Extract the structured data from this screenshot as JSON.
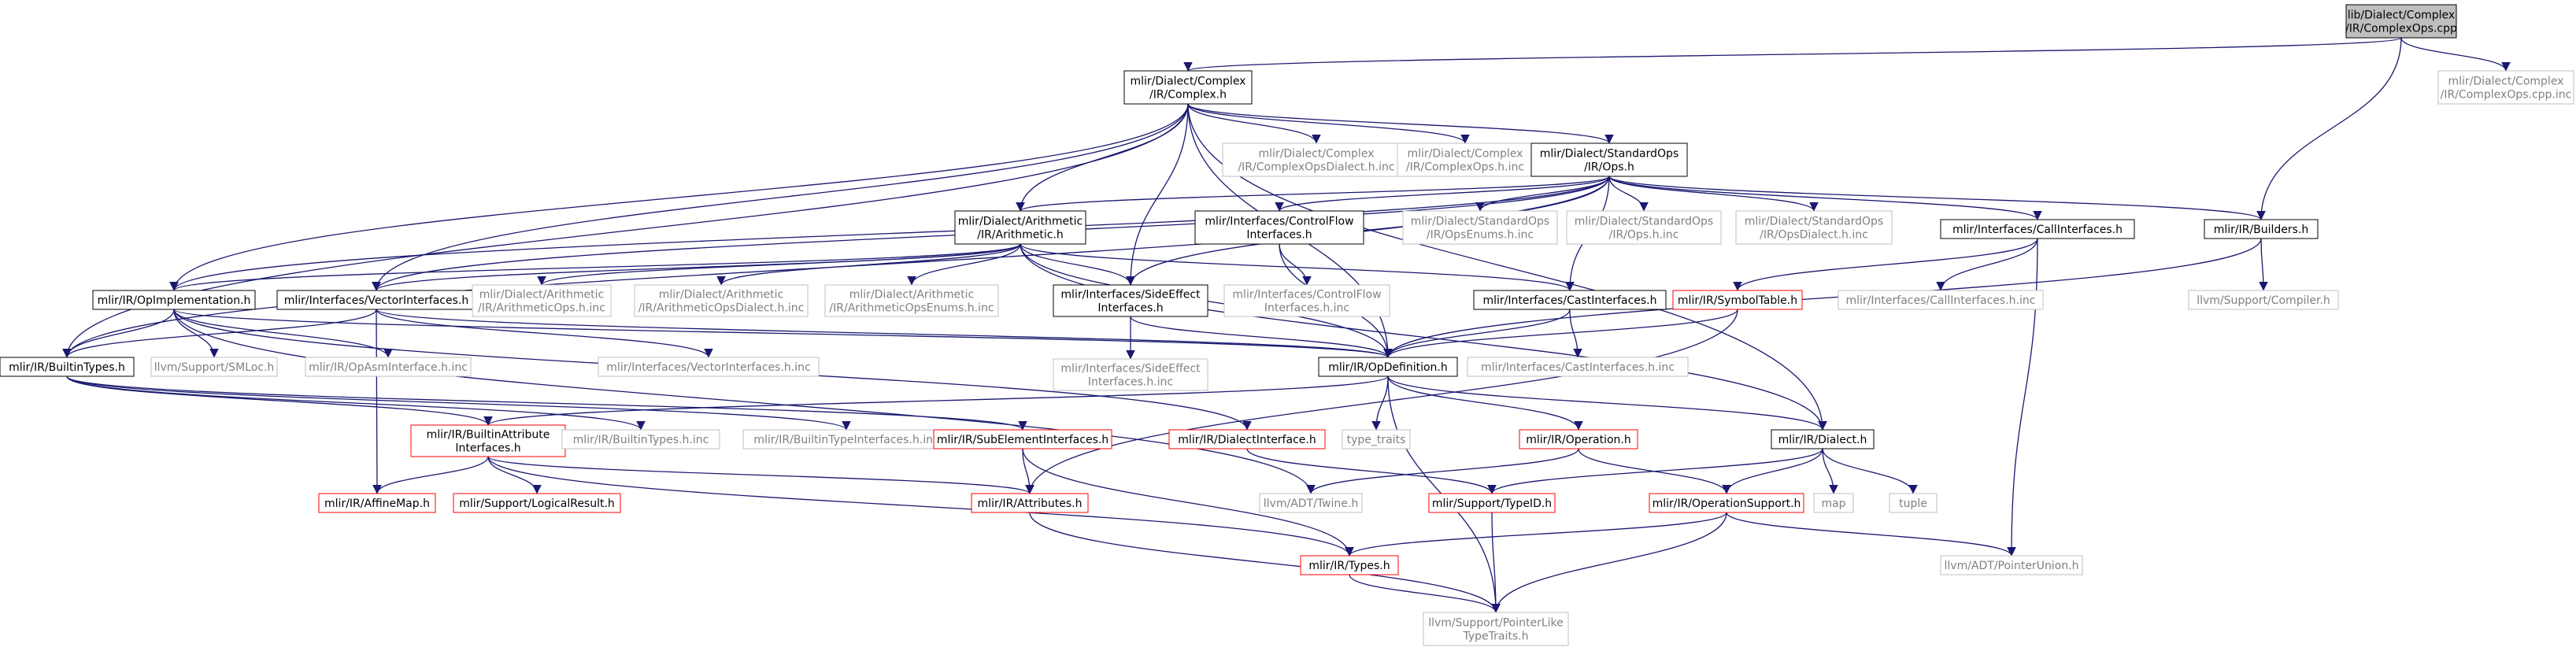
{
  "graph": {
    "nodes": [
      {
        "id": "root",
        "lines": [
          "lib/Dialect/Complex",
          "/IR/ComplexOps.cpp"
        ],
        "style": "root"
      },
      {
        "id": "complexOpsCppInc",
        "lines": [
          "mlir/Dialect/Complex",
          "/IR/ComplexOps.cpp.inc"
        ],
        "style": "gray"
      },
      {
        "id": "complexH",
        "lines": [
          "mlir/Dialect/Complex",
          "/IR/Complex.h"
        ],
        "style": "black"
      },
      {
        "id": "complexDialectInc",
        "lines": [
          "mlir/Dialect/Complex",
          "/IR/ComplexOpsDialect.h.inc"
        ],
        "style": "gray"
      },
      {
        "id": "complexOpsInc",
        "lines": [
          "mlir/Dialect/Complex",
          "/IR/ComplexOps.h.inc"
        ],
        "style": "gray"
      },
      {
        "id": "stdOpsH",
        "lines": [
          "mlir/Dialect/StandardOps",
          "/IR/Ops.h"
        ],
        "style": "black"
      },
      {
        "id": "arithH",
        "lines": [
          "mlir/Dialect/Arithmetic",
          "/IR/Arithmetic.h"
        ],
        "style": "black"
      },
      {
        "id": "controlFlowH",
        "lines": [
          "mlir/Interfaces/ControlFlow",
          "Interfaces.h"
        ],
        "style": "black"
      },
      {
        "id": "stdOpsEnumsInc",
        "lines": [
          "mlir/Dialect/StandardOps",
          "/IR/OpsEnums.h.inc"
        ],
        "style": "gray"
      },
      {
        "id": "stdOpsHInc",
        "lines": [
          "mlir/Dialect/StandardOps",
          "/IR/Ops.h.inc"
        ],
        "style": "gray"
      },
      {
        "id": "stdOpsDialectInc",
        "lines": [
          "mlir/Dialect/StandardOps",
          "/IR/OpsDialect.h.inc"
        ],
        "style": "gray"
      },
      {
        "id": "callIfH",
        "lines": [
          "mlir/Interfaces/CallInterfaces.h"
        ],
        "style": "black"
      },
      {
        "id": "builtersH",
        "lines": [
          "mlir/IR/Builders.h"
        ],
        "style": "black"
      },
      {
        "id": "opImplH",
        "lines": [
          "mlir/IR/OpImplementation.h"
        ],
        "style": "black"
      },
      {
        "id": "vectorIfH",
        "lines": [
          "mlir/Interfaces/VectorInterfaces.h"
        ],
        "style": "black"
      },
      {
        "id": "arithOpsInc",
        "lines": [
          "mlir/Dialect/Arithmetic",
          "/IR/ArithmeticOps.h.inc"
        ],
        "style": "gray"
      },
      {
        "id": "arithDialectInc",
        "lines": [
          "mlir/Dialect/Arithmetic",
          "/IR/ArithmeticOpsDialect.h.inc"
        ],
        "style": "gray"
      },
      {
        "id": "arithEnumsInc",
        "lines": [
          "mlir/Dialect/Arithmetic",
          "/IR/ArithmeticOpsEnums.h.inc"
        ],
        "style": "gray"
      },
      {
        "id": "sideEffectH",
        "lines": [
          "mlir/Interfaces/SideEffect",
          "Interfaces.h"
        ],
        "style": "black"
      },
      {
        "id": "controlFlowInc",
        "lines": [
          "mlir/Interfaces/ControlFlow",
          "Interfaces.h.inc"
        ],
        "style": "gray"
      },
      {
        "id": "castIfH",
        "lines": [
          "mlir/Interfaces/CastInterfaces.h"
        ],
        "style": "black"
      },
      {
        "id": "symbolTableH",
        "lines": [
          "mlir/IR/SymbolTable.h"
        ],
        "style": "red"
      },
      {
        "id": "callIfInc",
        "lines": [
          "mlir/Interfaces/CallInterfaces.h.inc"
        ],
        "style": "gray"
      },
      {
        "id": "compilerH",
        "lines": [
          "llvm/Support/Compiler.h"
        ],
        "style": "gray"
      },
      {
        "id": "builtinTypesH",
        "lines": [
          "mlir/IR/BuiltinTypes.h"
        ],
        "style": "black"
      },
      {
        "id": "smlocH",
        "lines": [
          "llvm/Support/SMLoc.h"
        ],
        "style": "gray"
      },
      {
        "id": "opAsmInc",
        "lines": [
          "mlir/IR/OpAsmInterface.h.inc"
        ],
        "style": "gray"
      },
      {
        "id": "vectorIfInc",
        "lines": [
          "mlir/Interfaces/VectorInterfaces.h.inc"
        ],
        "style": "gray"
      },
      {
        "id": "opDefH",
        "lines": [
          "mlir/IR/OpDefinition.h"
        ],
        "style": "black"
      },
      {
        "id": "sideEffectInc",
        "lines": [
          "mlir/Interfaces/SideEffect",
          "Interfaces.h.inc"
        ],
        "style": "gray"
      },
      {
        "id": "castIfInc",
        "lines": [
          "mlir/Interfaces/CastInterfaces.h.inc"
        ],
        "style": "gray"
      },
      {
        "id": "builtinAttrIfH",
        "lines": [
          "mlir/IR/BuiltinAttribute",
          "Interfaces.h"
        ],
        "style": "red"
      },
      {
        "id": "builtinTypesInc",
        "lines": [
          "mlir/IR/BuiltinTypes.h.inc"
        ],
        "style": "gray"
      },
      {
        "id": "builtinTypeIfInc",
        "lines": [
          "mlir/IR/BuiltinTypeInterfaces.h.inc"
        ],
        "style": "gray"
      },
      {
        "id": "subElemIfH",
        "lines": [
          "mlir/IR/SubElementInterfaces.h"
        ],
        "style": "red"
      },
      {
        "id": "dialectIfH",
        "lines": [
          "mlir/IR/DialectInterface.h"
        ],
        "style": "red"
      },
      {
        "id": "typeTraits",
        "lines": [
          "type_traits"
        ],
        "style": "gray"
      },
      {
        "id": "operationH",
        "lines": [
          "mlir/IR/Operation.h"
        ],
        "style": "red"
      },
      {
        "id": "dialectH",
        "lines": [
          "mlir/IR/Dialect.h"
        ],
        "style": "black"
      },
      {
        "id": "affineMapH",
        "lines": [
          "mlir/IR/AffineMap.h"
        ],
        "style": "red"
      },
      {
        "id": "logicalResultH",
        "lines": [
          "mlir/Support/LogicalResult.h"
        ],
        "style": "red"
      },
      {
        "id": "attributesH",
        "lines": [
          "mlir/IR/Attributes.h"
        ],
        "style": "red"
      },
      {
        "id": "twineH",
        "lines": [
          "llvm/ADT/Twine.h"
        ],
        "style": "gray"
      },
      {
        "id": "typeIdH",
        "lines": [
          "mlir/Support/TypeID.h"
        ],
        "style": "red"
      },
      {
        "id": "opSupportH",
        "lines": [
          "mlir/IR/OperationSupport.h"
        ],
        "style": "red"
      },
      {
        "id": "mapHdr",
        "lines": [
          "map"
        ],
        "style": "gray"
      },
      {
        "id": "tupleHdr",
        "lines": [
          "tuple"
        ],
        "style": "gray"
      },
      {
        "id": "typesH",
        "lines": [
          "mlir/IR/Types.h"
        ],
        "style": "red"
      },
      {
        "id": "pointerUnionH",
        "lines": [
          "llvm/ADT/PointerUnion.h"
        ],
        "style": "gray"
      },
      {
        "id": "pointerLikeH",
        "lines": [
          "llvm/Support/PointerLike",
          "TypeTraits.h"
        ],
        "style": "gray"
      }
    ],
    "edges": [
      [
        "root",
        "complexH"
      ],
      [
        "root",
        "complexOpsCppInc"
      ],
      [
        "root",
        "builtersH"
      ],
      [
        "complexH",
        "complexDialectInc"
      ],
      [
        "complexH",
        "complexOpsInc"
      ],
      [
        "complexH",
        "stdOpsH"
      ],
      [
        "complexH",
        "arithH"
      ],
      [
        "complexH",
        "sideEffectH"
      ],
      [
        "complexH",
        "opDefH"
      ],
      [
        "complexH",
        "dialectH"
      ],
      [
        "complexH",
        "opImplH"
      ],
      [
        "complexH",
        "vectorIfH"
      ],
      [
        "complexH",
        "builtinTypesH"
      ],
      [
        "stdOpsH",
        "controlFlowH"
      ],
      [
        "stdOpsH",
        "stdOpsEnumsInc"
      ],
      [
        "stdOpsH",
        "stdOpsHInc"
      ],
      [
        "stdOpsH",
        "stdOpsDialectInc"
      ],
      [
        "stdOpsH",
        "callIfH"
      ],
      [
        "stdOpsH",
        "builtersH"
      ],
      [
        "stdOpsH",
        "arithH"
      ],
      [
        "stdOpsH",
        "castIfH"
      ],
      [
        "stdOpsH",
        "sideEffectH"
      ],
      [
        "stdOpsH",
        "vectorIfH"
      ],
      [
        "stdOpsH",
        "opImplH"
      ],
      [
        "stdOpsH",
        "builtinTypesH"
      ],
      [
        "arithH",
        "arithOpsInc"
      ],
      [
        "arithH",
        "arithDialectInc"
      ],
      [
        "arithH",
        "arithEnumsInc"
      ],
      [
        "arithH",
        "sideEffectH"
      ],
      [
        "arithH",
        "castIfH"
      ],
      [
        "arithH",
        "opDefH"
      ],
      [
        "arithH",
        "dialectH"
      ],
      [
        "arithH",
        "opImplH"
      ],
      [
        "arithH",
        "vectorIfH"
      ],
      [
        "controlFlowH",
        "controlFlowInc"
      ],
      [
        "controlFlowH",
        "opDefH"
      ],
      [
        "callIfH",
        "callIfInc"
      ],
      [
        "callIfH",
        "symbolTableH"
      ],
      [
        "callIfH",
        "pointerUnionH"
      ],
      [
        "builtersH",
        "compilerH"
      ],
      [
        "builtersH",
        "opDefH"
      ],
      [
        "opImplH",
        "builtinTypesH"
      ],
      [
        "opImplH",
        "smlocH"
      ],
      [
        "opImplH",
        "opAsmInc"
      ],
      [
        "opImplH",
        "opDefH"
      ],
      [
        "opImplH",
        "twineH"
      ],
      [
        "opImplH",
        "dialectIfH"
      ],
      [
        "vectorIfH",
        "vectorIfInc"
      ],
      [
        "vectorIfH",
        "builtinTypesH"
      ],
      [
        "vectorIfH",
        "affineMapH"
      ],
      [
        "vectorIfH",
        "opDefH"
      ],
      [
        "sideEffectH",
        "sideEffectInc"
      ],
      [
        "sideEffectH",
        "opDefH"
      ],
      [
        "castIfH",
        "opDefH"
      ],
      [
        "castIfH",
        "castIfInc"
      ],
      [
        "symbolTableH",
        "opDefH"
      ],
      [
        "symbolTableH",
        "attributesH"
      ],
      [
        "builtinTypesH",
        "builtinAttrIfH"
      ],
      [
        "builtinTypesH",
        "builtinTypesInc"
      ],
      [
        "builtinTypesH",
        "builtinTypeIfInc"
      ],
      [
        "builtinTypesH",
        "subElemIfH"
      ],
      [
        "opDefH",
        "operationH"
      ],
      [
        "opDefH",
        "typeTraits"
      ],
      [
        "opDefH",
        "dialectH"
      ],
      [
        "opDefH",
        "pointerLikeH"
      ],
      [
        "opDefH",
        "builtinAttrIfH"
      ],
      [
        "builtinAttrIfH",
        "affineMapH"
      ],
      [
        "builtinAttrIfH",
        "logicalResultH"
      ],
      [
        "builtinAttrIfH",
        "attributesH"
      ],
      [
        "builtinAttrIfH",
        "typesH"
      ],
      [
        "subElemIfH",
        "attributesH"
      ],
      [
        "subElemIfH",
        "typesH"
      ],
      [
        "dialectIfH",
        "typeIdH"
      ],
      [
        "operationH",
        "twineH"
      ],
      [
        "operationH",
        "opSupportH"
      ],
      [
        "dialectH",
        "typeIdH"
      ],
      [
        "dialectH",
        "opSupportH"
      ],
      [
        "dialectH",
        "mapHdr"
      ],
      [
        "dialectH",
        "tupleHdr"
      ],
      [
        "attributesH",
        "pointerLikeH"
      ],
      [
        "typeIdH",
        "pointerLikeH"
      ],
      [
        "opSupportH",
        "typesH"
      ],
      [
        "opSupportH",
        "pointerUnionH"
      ],
      [
        "opSupportH",
        "pointerLikeH"
      ],
      [
        "typesH",
        "pointerLikeH"
      ]
    ]
  },
  "colors": {
    "black_border": "#000000",
    "gray_border": "#bfbfbf",
    "red_border": "#ff0000",
    "root_fill": "#bfbfbf",
    "edge": "#191970",
    "text": "#000000"
  }
}
